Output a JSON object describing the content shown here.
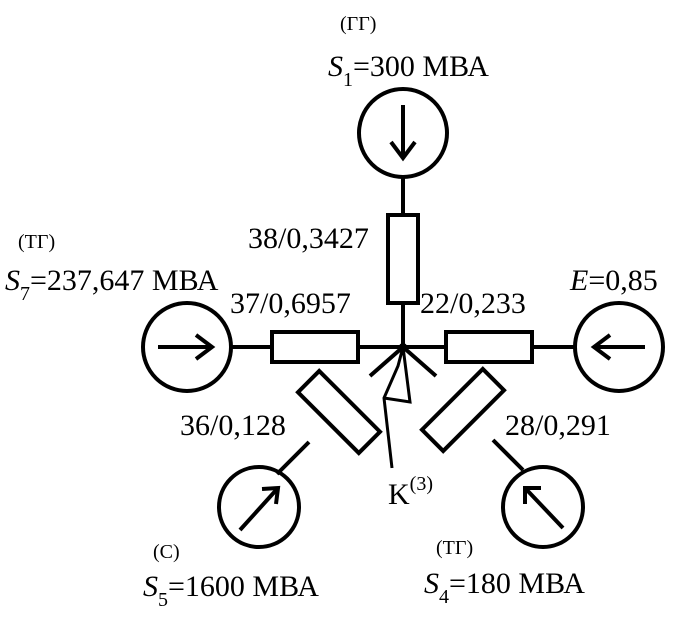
{
  "sources": {
    "s1": {
      "type_label": "(ГГ)",
      "var": "S",
      "sub": "1",
      "value": "=300 МВА"
    },
    "s7": {
      "type_label": "(ТГ)",
      "var": "S",
      "sub": "7",
      "value": "=237,647 МВА"
    },
    "e": {
      "var": "E",
      "value": "=0,85"
    },
    "s5": {
      "type_label": "(С)",
      "var": "S",
      "sub": "5",
      "value": "=1600 МВА"
    },
    "s4": {
      "type_label": "(ТГ)",
      "var": "S",
      "sub": "4",
      "value": "=180 МВА"
    }
  },
  "branches": {
    "top": "38/0,3427",
    "left": "37/0,6957",
    "right": "22/0,233",
    "lower_left": "36/0,128",
    "lower_right": "28/0,291"
  },
  "fault": {
    "label": "K",
    "sup": "(3)"
  }
}
